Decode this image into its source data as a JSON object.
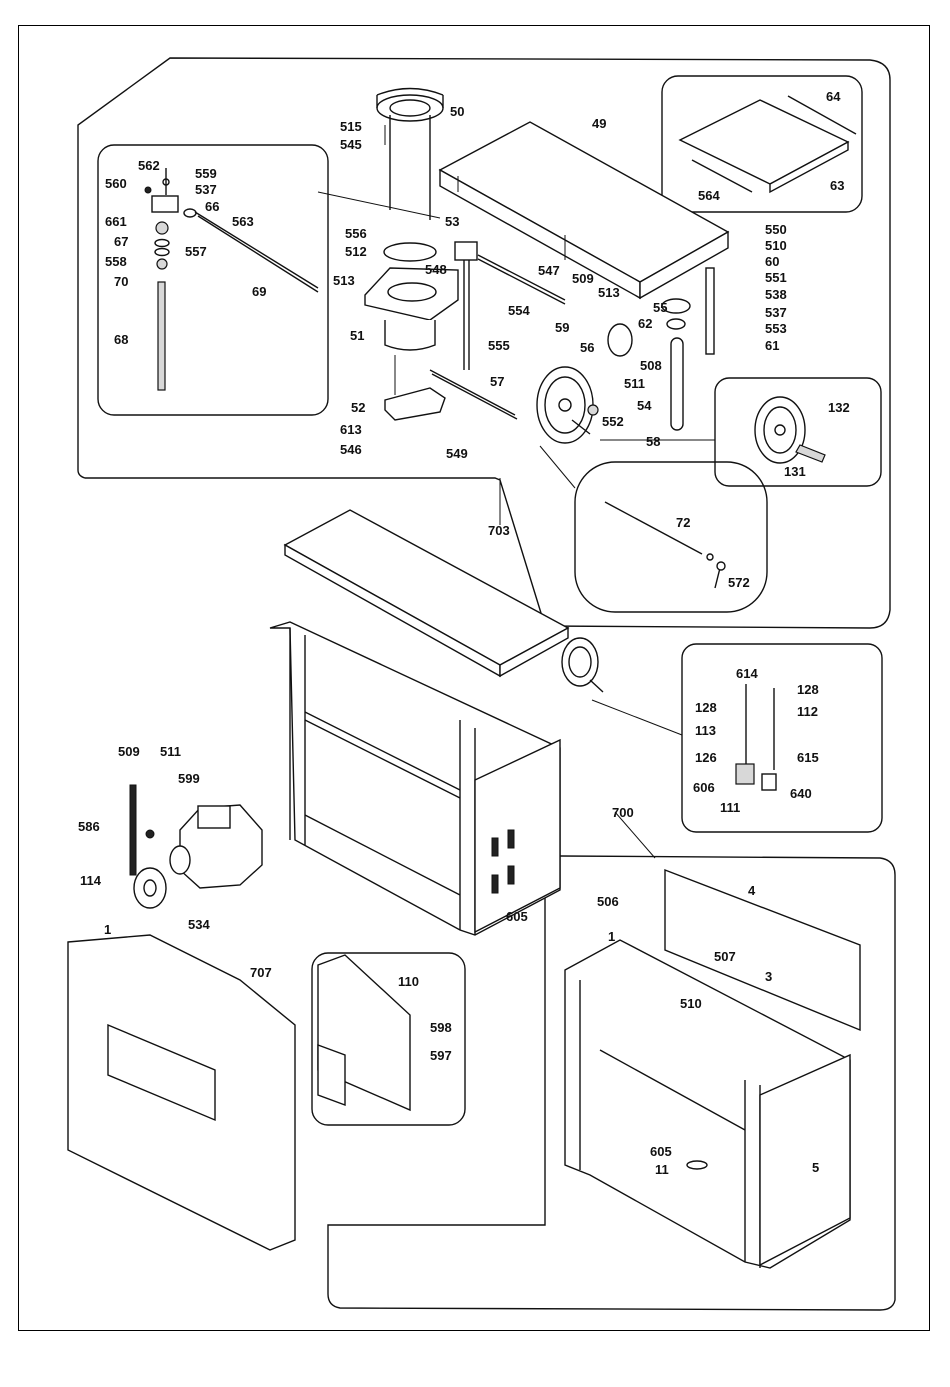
{
  "labels": [
    {
      "id": "50",
      "text": "50"
    },
    {
      "id": "515",
      "text": "515"
    },
    {
      "id": "545",
      "text": "545"
    },
    {
      "id": "562",
      "text": "562"
    },
    {
      "id": "559",
      "text": "559"
    },
    {
      "id": "560",
      "text": "560"
    },
    {
      "id": "537a",
      "text": "537"
    },
    {
      "id": "66",
      "text": "66"
    },
    {
      "id": "563",
      "text": "563"
    },
    {
      "id": "661",
      "text": "661"
    },
    {
      "id": "67",
      "text": "67"
    },
    {
      "id": "557",
      "text": "557"
    },
    {
      "id": "558",
      "text": "558"
    },
    {
      "id": "70",
      "text": "70"
    },
    {
      "id": "69",
      "text": "69"
    },
    {
      "id": "68",
      "text": "68"
    },
    {
      "id": "53",
      "text": "53"
    },
    {
      "id": "556",
      "text": "556"
    },
    {
      "id": "512",
      "text": "512"
    },
    {
      "id": "548",
      "text": "548"
    },
    {
      "id": "513a",
      "text": "513"
    },
    {
      "id": "51",
      "text": "51"
    },
    {
      "id": "555",
      "text": "555"
    },
    {
      "id": "57",
      "text": "57"
    },
    {
      "id": "52",
      "text": "52"
    },
    {
      "id": "613",
      "text": "613"
    },
    {
      "id": "546",
      "text": "546"
    },
    {
      "id": "549",
      "text": "549"
    },
    {
      "id": "49",
      "text": "49"
    },
    {
      "id": "64",
      "text": "64"
    },
    {
      "id": "564",
      "text": "564"
    },
    {
      "id": "63",
      "text": "63"
    },
    {
      "id": "550",
      "text": "550"
    },
    {
      "id": "510a",
      "text": "510"
    },
    {
      "id": "60",
      "text": "60"
    },
    {
      "id": "551",
      "text": "551"
    },
    {
      "id": "538",
      "text": "538"
    },
    {
      "id": "537b",
      "text": "537"
    },
    {
      "id": "553",
      "text": "553"
    },
    {
      "id": "61",
      "text": "61"
    },
    {
      "id": "547",
      "text": "547"
    },
    {
      "id": "509a",
      "text": "509"
    },
    {
      "id": "513b",
      "text": "513"
    },
    {
      "id": "554",
      "text": "554"
    },
    {
      "id": "55",
      "text": "55"
    },
    {
      "id": "59",
      "text": "59"
    },
    {
      "id": "62",
      "text": "62"
    },
    {
      "id": "56",
      "text": "56"
    },
    {
      "id": "508",
      "text": "508"
    },
    {
      "id": "511a",
      "text": "511"
    },
    {
      "id": "54",
      "text": "54"
    },
    {
      "id": "552",
      "text": "552"
    },
    {
      "id": "58",
      "text": "58"
    },
    {
      "id": "132",
      "text": "132"
    },
    {
      "id": "131",
      "text": "131"
    },
    {
      "id": "72",
      "text": "72"
    },
    {
      "id": "572",
      "text": "572"
    },
    {
      "id": "703",
      "text": "703"
    },
    {
      "id": "614",
      "text": "614"
    },
    {
      "id": "128a",
      "text": "128"
    },
    {
      "id": "128b",
      "text": "128"
    },
    {
      "id": "112",
      "text": "112"
    },
    {
      "id": "113",
      "text": "113"
    },
    {
      "id": "126",
      "text": "126"
    },
    {
      "id": "615",
      "text": "615"
    },
    {
      "id": "606",
      "text": "606"
    },
    {
      "id": "640",
      "text": "640"
    },
    {
      "id": "111",
      "text": "111"
    },
    {
      "id": "509b",
      "text": "509"
    },
    {
      "id": "511b",
      "text": "511"
    },
    {
      "id": "599",
      "text": "599"
    },
    {
      "id": "586",
      "text": "586"
    },
    {
      "id": "114",
      "text": "114"
    },
    {
      "id": "534",
      "text": "534"
    },
    {
      "id": "700",
      "text": "700"
    },
    {
      "id": "605a",
      "text": "605"
    },
    {
      "id": "506",
      "text": "506"
    },
    {
      "id": "4",
      "text": "4"
    },
    {
      "id": "1a",
      "text": "1"
    },
    {
      "id": "507",
      "text": "507"
    },
    {
      "id": "3",
      "text": "3"
    },
    {
      "id": "510b",
      "text": "510"
    },
    {
      "id": "605b",
      "text": "605"
    },
    {
      "id": "11",
      "text": "11"
    },
    {
      "id": "5",
      "text": "5"
    },
    {
      "id": "1b",
      "text": "1"
    },
    {
      "id": "707",
      "text": "707"
    },
    {
      "id": "110",
      "text": "110"
    },
    {
      "id": "598",
      "text": "598"
    },
    {
      "id": "597",
      "text": "597"
    }
  ]
}
